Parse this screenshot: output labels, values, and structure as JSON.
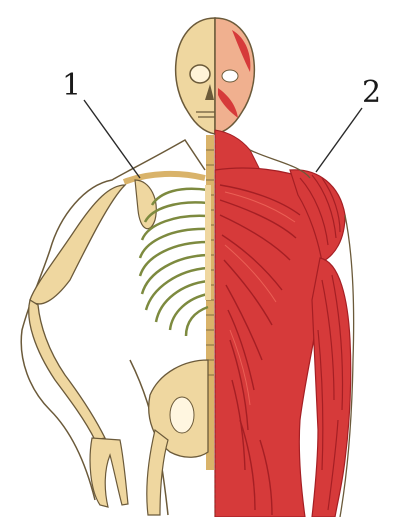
{
  "labels": {
    "skeleton_label": "1",
    "muscle_label": "2"
  },
  "colors": {
    "background": "#ffffff",
    "outline": "#6b5a3a",
    "bone_fill": "#efd7a0",
    "bone_shadow": "#d9b36a",
    "rib_stroke": "#7d8a3f",
    "muscle_fill": "#d63a3a",
    "muscle_dark": "#a51f24",
    "muscle_light": "#f06a5d",
    "leader_line": "#2a2a2a"
  },
  "icons": {
    "skeleton_half": "skeleton-half-illustration",
    "muscle_half": "muscle-half-illustration"
  }
}
